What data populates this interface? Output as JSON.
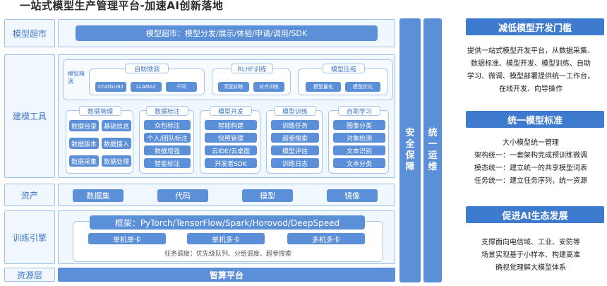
{
  "title": "一站式模型生产管理平台-加速AI创新落地",
  "rows": {
    "market": "模型超市",
    "tools": "建模工具",
    "assets": "资产",
    "engine": "训练引擎",
    "resource": "资源层"
  },
  "market_bar": "模型超市：模型分发/展示/体验/申请/调用/SDK",
  "finetune": {
    "label": "模型精调",
    "groups": [
      {
        "title": "自助微调",
        "items": [
          "ChatGLM2",
          "LLAMA2",
          "千问"
        ]
      },
      {
        "title": "RLHF训练",
        "items": [
          "奖励训练",
          "对齐训练"
        ]
      },
      {
        "title": "模型压缩",
        "items": [
          "模型量化",
          "模型优化"
        ]
      }
    ]
  },
  "modules": [
    {
      "title": "数据管理",
      "items": [
        "数据目录",
        "基础信息",
        "数据版本",
        "数据接入",
        "数据采集",
        "数据处理"
      ]
    },
    {
      "title": "数据标注",
      "items": [
        "众包标注",
        "个人/团队标注",
        "数据增强",
        "智能标注"
      ]
    },
    {
      "title": "模型开发",
      "items": [
        "智能构建",
        "快照管理",
        "云IDE/云桌面",
        "开发者SDK"
      ]
    },
    {
      "title": "模型训练",
      "items": [
        "训练任务",
        "超参搜索",
        "模型评估",
        "训练日志"
      ]
    },
    {
      "title": "自助学习",
      "items": [
        "图像分类",
        "对象检测",
        "文本识别",
        "文本分类"
      ]
    }
  ],
  "assets_items": [
    "数据集",
    "代码",
    "模型",
    "镜像"
  ],
  "framework": "框架：PyTorch/TensorFlow/Spark/Horovod/DeepSpeed",
  "engine_items": [
    "单机单卡",
    "单机多卡",
    "多机多卡"
  ],
  "schedule": "任务调度：优先级队列、分组调度、超参搜索",
  "compute": "智算平台",
  "security": "安全保障",
  "ops": "统一运维",
  "right": [
    {
      "header": "减低模型开发门槛",
      "lines": [
        "提供一站式模型开发平台，从数据采集、",
        "数据标准、模型开发、模型训练、自助",
        "学习、微调、模型部署提供统一工作台，",
        "在线开发、向导操作"
      ]
    },
    {
      "header": "统一模型标准",
      "lines": [
        "大小模型统一管理",
        "架构统一：一套架构完成预训练微调",
        "模态统一：建立统一的共享模型词表",
        "任务统一：建立任务序列，统一资源"
      ]
    },
    {
      "header": "促进AI生态发展",
      "lines": [
        "支撑面向电信域、工业、安防等",
        "场景实现基于小样本、构建高准",
        "确视觉理解大模型体系"
      ]
    }
  ],
  "colors": {
    "accent": "#5b8fd8",
    "header": "#3e7bcf",
    "panel": "#f1f7fe",
    "border": "#9fc0e6"
  }
}
